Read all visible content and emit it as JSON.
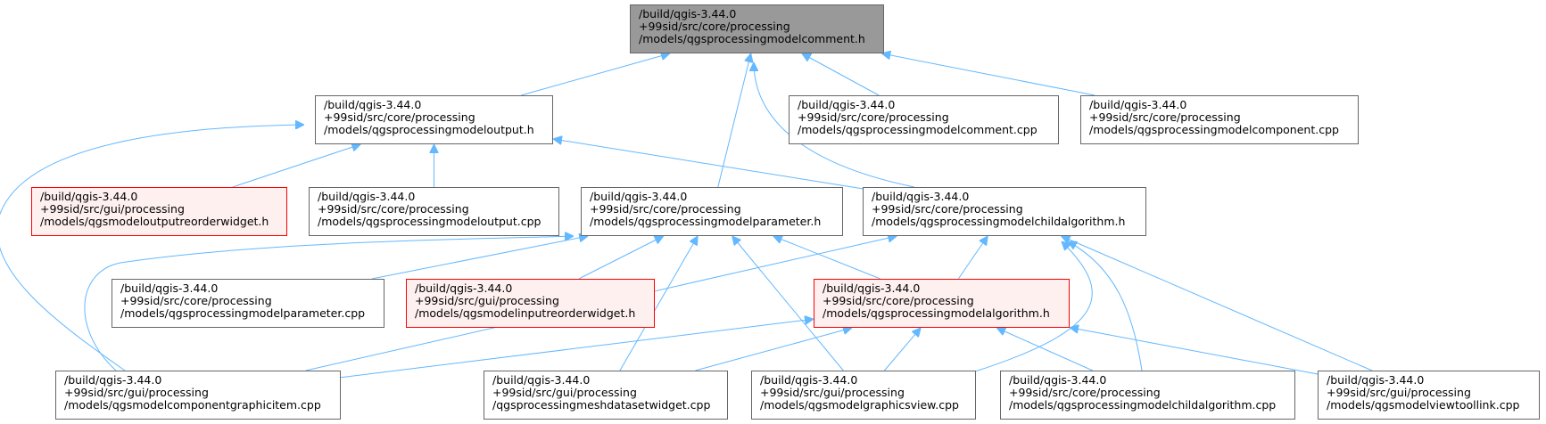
{
  "nodes": [
    {
      "id": "root",
      "kind": "root",
      "lines": [
        "/build/qgis-3.44.0",
        "+99sid/src/core/processing",
        "/models/qgsprocessingmodelcomment.h"
      ]
    },
    {
      "id": "modeloutput_h",
      "kind": "normal",
      "lines": [
        "/build/qgis-3.44.0",
        "+99sid/src/core/processing",
        "/models/qgsprocessingmodeloutput.h"
      ]
    },
    {
      "id": "modelcomment_cpp",
      "kind": "normal",
      "lines": [
        "/build/qgis-3.44.0",
        "+99sid/src/core/processing",
        "/models/qgsprocessingmodelcomment.cpp"
      ]
    },
    {
      "id": "modelcomponent_cpp",
      "kind": "normal",
      "lines": [
        "/build/qgis-3.44.0",
        "+99sid/src/core/processing",
        "/models/qgsprocessingmodelcomponent.cpp"
      ]
    },
    {
      "id": "outputreorder_h",
      "kind": "warn",
      "lines": [
        "/build/qgis-3.44.0",
        "+99sid/src/gui/processing",
        "/models/qgsmodeloutputreorderwidget.h"
      ]
    },
    {
      "id": "modeloutput_cpp",
      "kind": "normal",
      "lines": [
        "/build/qgis-3.44.0",
        "+99sid/src/core/processing",
        "/models/qgsprocessingmodeloutput.cpp"
      ]
    },
    {
      "id": "modelparameter_h",
      "kind": "normal",
      "lines": [
        "/build/qgis-3.44.0",
        "+99sid/src/core/processing",
        "/models/qgsprocessingmodelparameter.h"
      ]
    },
    {
      "id": "childalg_h",
      "kind": "normal",
      "lines": [
        "/build/qgis-3.44.0",
        "+99sid/src/core/processing",
        "/models/qgsprocessingmodelchildalgorithm.h"
      ]
    },
    {
      "id": "modelparameter_cpp",
      "kind": "normal",
      "lines": [
        "/build/qgis-3.44.0",
        "+99sid/src/core/processing",
        "/models/qgsprocessingmodelparameter.cpp"
      ]
    },
    {
      "id": "inputreorder_h",
      "kind": "warn",
      "lines": [
        "/build/qgis-3.44.0",
        "+99sid/src/gui/processing",
        "/models/qgsmodelinputreorderwidget.h"
      ]
    },
    {
      "id": "modelalg_h",
      "kind": "warn",
      "lines": [
        "/build/qgis-3.44.0",
        "+99sid/src/core/processing",
        "/models/qgsprocessingmodelalgorithm.h"
      ]
    },
    {
      "id": "componentgraphic_cpp",
      "kind": "normal",
      "lines": [
        "/build/qgis-3.44.0",
        "+99sid/src/gui/processing",
        "/models/qgsmodelcomponentgraphicitem.cpp"
      ]
    },
    {
      "id": "meshdataset_cpp",
      "kind": "normal",
      "lines": [
        "/build/qgis-3.44.0",
        "+99sid/src/gui/processing",
        "/qgsprocessingmeshdatasetwidget.cpp"
      ]
    },
    {
      "id": "graphicsview_cpp",
      "kind": "normal",
      "lines": [
        "/build/qgis-3.44.0",
        "+99sid/src/gui/processing",
        "/models/qgsmodelgraphicsview.cpp"
      ]
    },
    {
      "id": "childalg_cpp",
      "kind": "normal",
      "lines": [
        "/build/qgis-3.44.0",
        "+99sid/src/core/processing",
        "/models/qgsprocessingmodelchildalgorithm.cpp"
      ]
    },
    {
      "id": "viewtoollink_cpp",
      "kind": "normal",
      "lines": [
        "/build/qgis-3.44.0",
        "+99sid/src/gui/processing",
        "/models/qgsmodelviewtoollink.cpp"
      ]
    }
  ],
  "edges": [
    {
      "from": "modeloutput_h",
      "to": "root"
    },
    {
      "from": "modelcomment_cpp",
      "to": "root"
    },
    {
      "from": "modelcomponent_cpp",
      "to": "root"
    },
    {
      "from": "modelparameter_h",
      "to": "root"
    },
    {
      "from": "childalg_h",
      "to": "root"
    },
    {
      "from": "outputreorder_h",
      "to": "modeloutput_h"
    },
    {
      "from": "modeloutput_cpp",
      "to": "modeloutput_h"
    },
    {
      "from": "childalg_h",
      "to": "modeloutput_h"
    },
    {
      "from": "componentgraphic_cpp",
      "to": "modeloutput_h"
    },
    {
      "from": "modelparameter_cpp",
      "to": "modelparameter_h"
    },
    {
      "from": "inputreorder_h",
      "to": "modelparameter_h"
    },
    {
      "from": "modelalg_h",
      "to": "modelparameter_h"
    },
    {
      "from": "componentgraphic_cpp",
      "to": "modelparameter_h"
    },
    {
      "from": "meshdataset_cpp",
      "to": "modelparameter_h"
    },
    {
      "from": "graphicsview_cpp",
      "to": "modelparameter_h"
    },
    {
      "from": "modelalg_h",
      "to": "childalg_h"
    },
    {
      "from": "componentgraphic_cpp",
      "to": "childalg_h"
    },
    {
      "from": "graphicsview_cpp",
      "to": "childalg_h"
    },
    {
      "from": "childalg_cpp",
      "to": "childalg_h"
    },
    {
      "from": "viewtoollink_cpp",
      "to": "childalg_h"
    },
    {
      "from": "componentgraphic_cpp",
      "to": "modelalg_h"
    },
    {
      "from": "meshdataset_cpp",
      "to": "modelalg_h"
    },
    {
      "from": "graphicsview_cpp",
      "to": "modelalg_h"
    },
    {
      "from": "childalg_cpp",
      "to": "modelalg_h"
    },
    {
      "from": "viewtoollink_cpp",
      "to": "modelalg_h"
    }
  ],
  "colors": {
    "edge": "#63b8ff",
    "root_fill": "#999999",
    "warn_border": "#ff0000",
    "warn_fill": "#fff0f0",
    "node_border": "#666666"
  }
}
